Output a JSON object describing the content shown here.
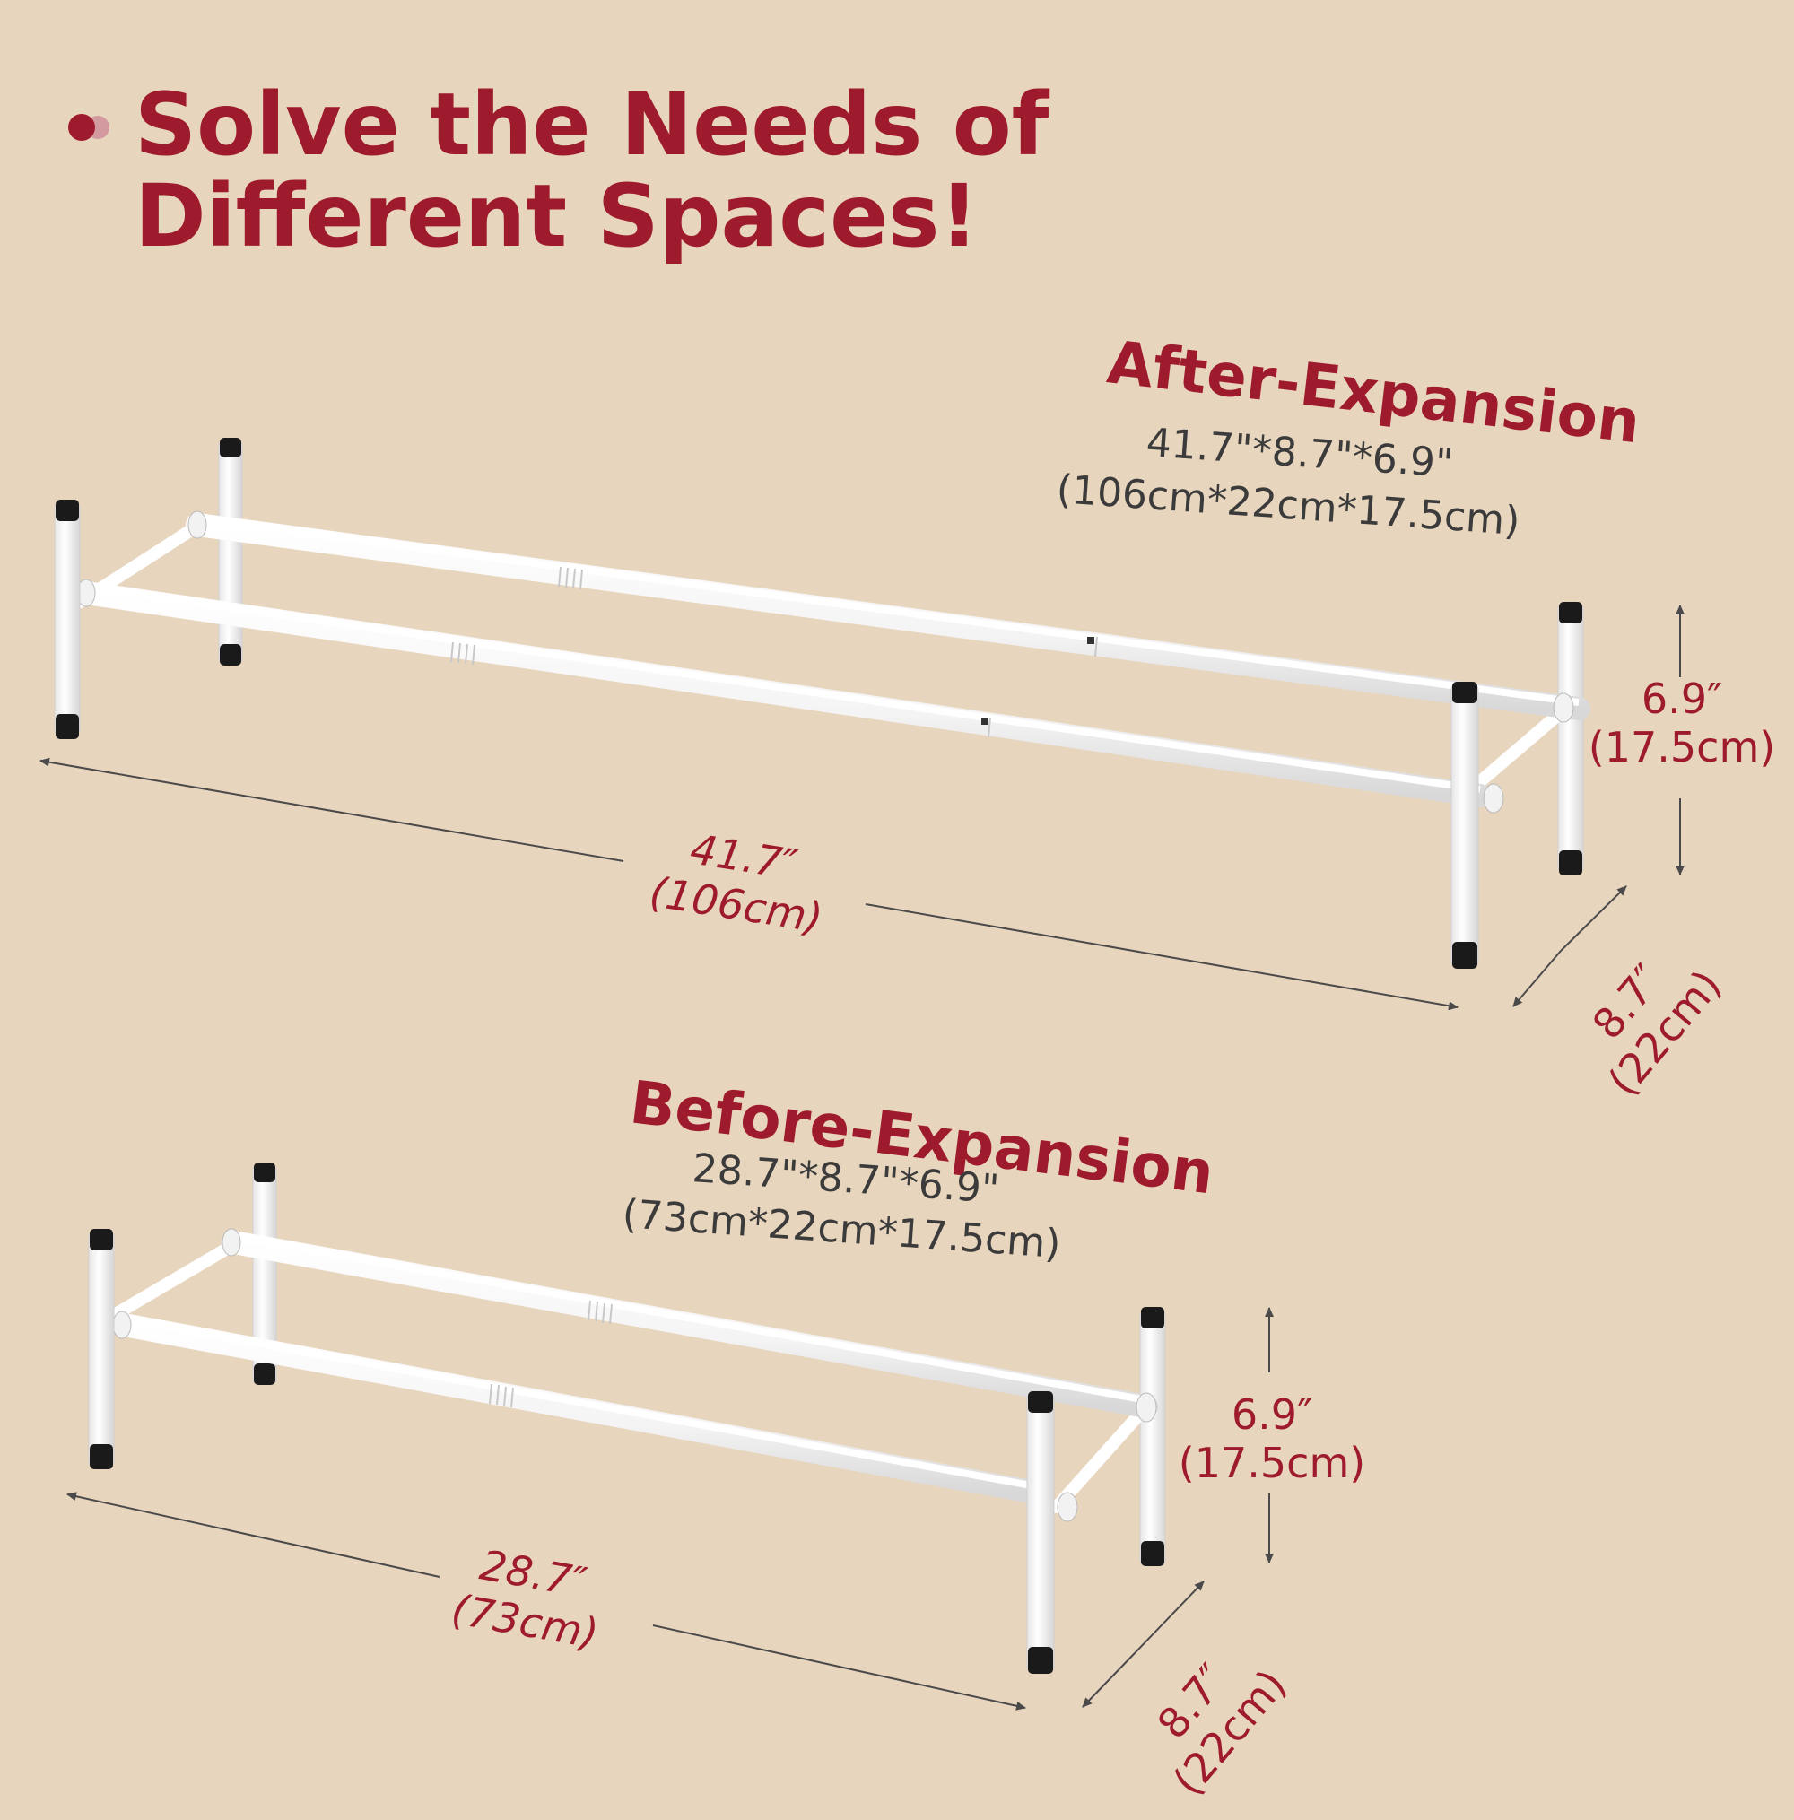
{
  "headline": {
    "line1": "Solve the Needs of",
    "line2": "Different Spaces!"
  },
  "colors": {
    "accent": "#9e1b2e",
    "background": "#e8d5bd",
    "rack": "#ffffff",
    "feet": "#1a1a1a",
    "dimension_line": "#4a4a4a"
  },
  "after": {
    "title": "After-Expansion",
    "spec_inches": "41.7\"*8.7\"*6.9\"",
    "spec_cm": "(106cm*22cm*17.5cm)",
    "length_in": "41.7″",
    "length_cm": "(106cm)",
    "height_in": "6.9″",
    "height_cm": "(17.5cm)",
    "depth_in": "8.7″",
    "depth_cm": "(22cm)"
  },
  "before": {
    "title": "Before-Expansion",
    "spec_inches": "28.7\"*8.7\"*6.9\"",
    "spec_cm": "(73cm*22cm*17.5cm)",
    "length_in": "28.7″",
    "length_cm": "(73cm)",
    "height_in": "6.9″",
    "height_cm": "(17.5cm)",
    "depth_in": "8.7″",
    "depth_cm": "(22cm)"
  }
}
